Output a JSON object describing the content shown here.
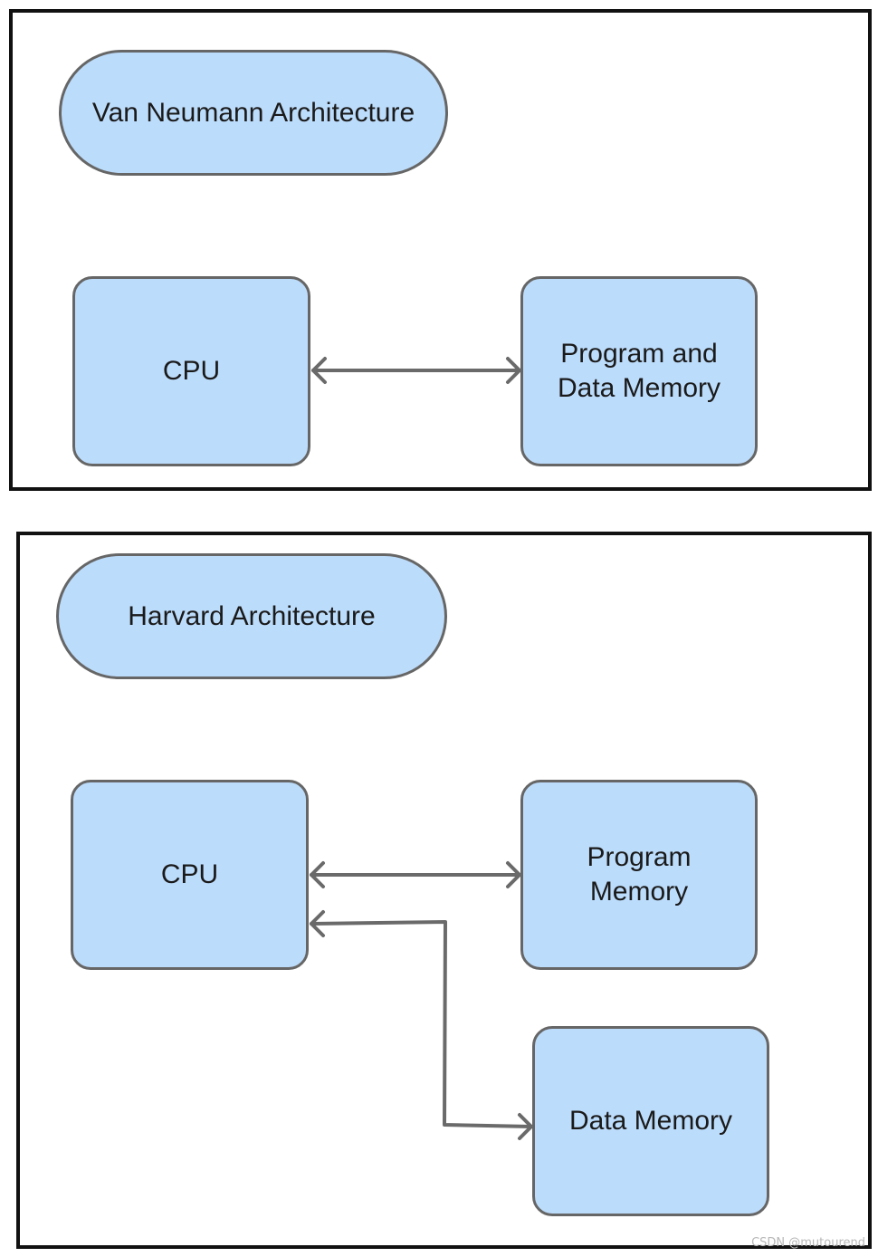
{
  "van_neumann": {
    "title": "Van Neumann Architecture",
    "cpu_label": "CPU",
    "memory_label": "Program  and\nData Memory"
  },
  "harvard": {
    "title": "Harvard Architecture",
    "cpu_label": "CPU",
    "program_memory_label": "Program\nMemory",
    "data_memory_label": "Data Memory"
  },
  "watermark": "CSDN @mutourend",
  "colors": {
    "node_fill": "#bcdcfb",
    "node_border": "#666666",
    "connector": "#6a6a6a",
    "panel_border": "#111111"
  }
}
